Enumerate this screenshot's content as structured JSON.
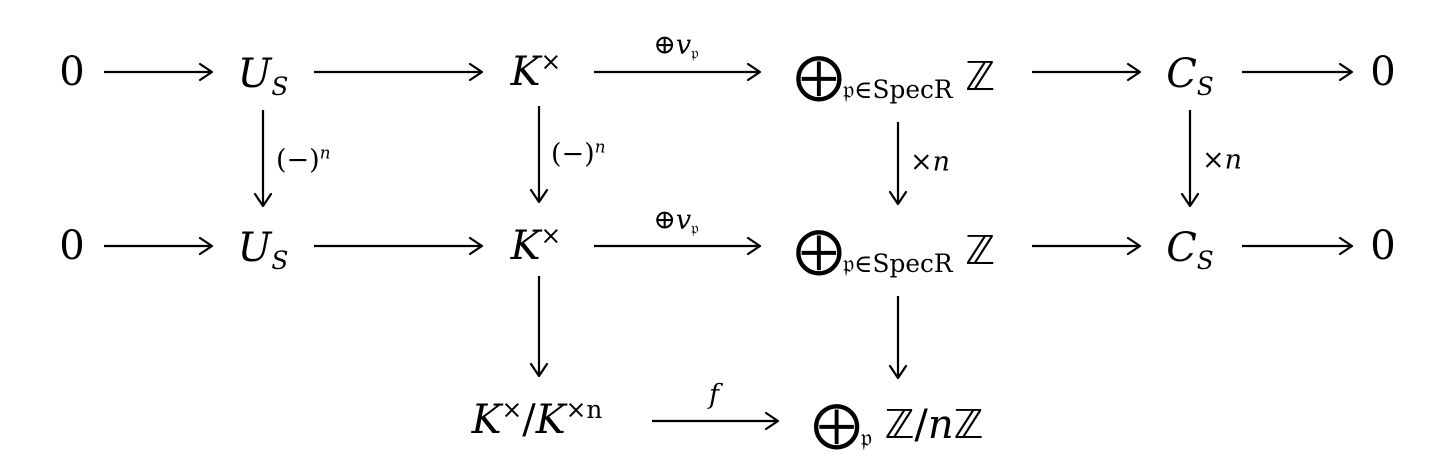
{
  "diagram": {
    "top_row": {
      "zero_left": "0",
      "US": {
        "base": "U",
        "sub": "S"
      },
      "Kx": {
        "base": "K",
        "sup": "×"
      },
      "sum": {
        "op": "⨁",
        "sub": "𝔭∈SpecR",
        "ring": "ℤ"
      },
      "CS": {
        "base": "C",
        "sub": "S"
      },
      "zero_right": "0"
    },
    "middle_row": {
      "zero_left": "0",
      "US": {
        "base": "U",
        "sub": "S"
      },
      "Kx": {
        "base": "K",
        "sup": "×"
      },
      "sum": {
        "op": "⨁",
        "sub": "𝔭∈SpecR",
        "ring": "ℤ"
      },
      "CS": {
        "base": "C",
        "sub": "S"
      },
      "zero_right": "0"
    },
    "bottom_row": {
      "quotient": {
        "K1": "K",
        "sup1": "×",
        "slash": "/",
        "K2": "K",
        "sup2": "×n"
      },
      "sum_mod": {
        "op": "⨁",
        "sub": "𝔭",
        "text1": "ℤ/",
        "n": "n",
        "text2": "ℤ"
      }
    },
    "arrow_labels": {
      "top_valuation": {
        "op": "⊕",
        "v": "v",
        "sub": "𝔭"
      },
      "middle_valuation": {
        "op": "⊕",
        "v": "v",
        "sub": "𝔭"
      },
      "power_US": {
        "text": "(−)",
        "sup": "n"
      },
      "power_Kx": {
        "text": "(−)",
        "sup": "n"
      },
      "times_sum": {
        "text": "×",
        "n": "n"
      },
      "times_CS": {
        "text": "×",
        "n": "n"
      },
      "f": "f"
    }
  }
}
